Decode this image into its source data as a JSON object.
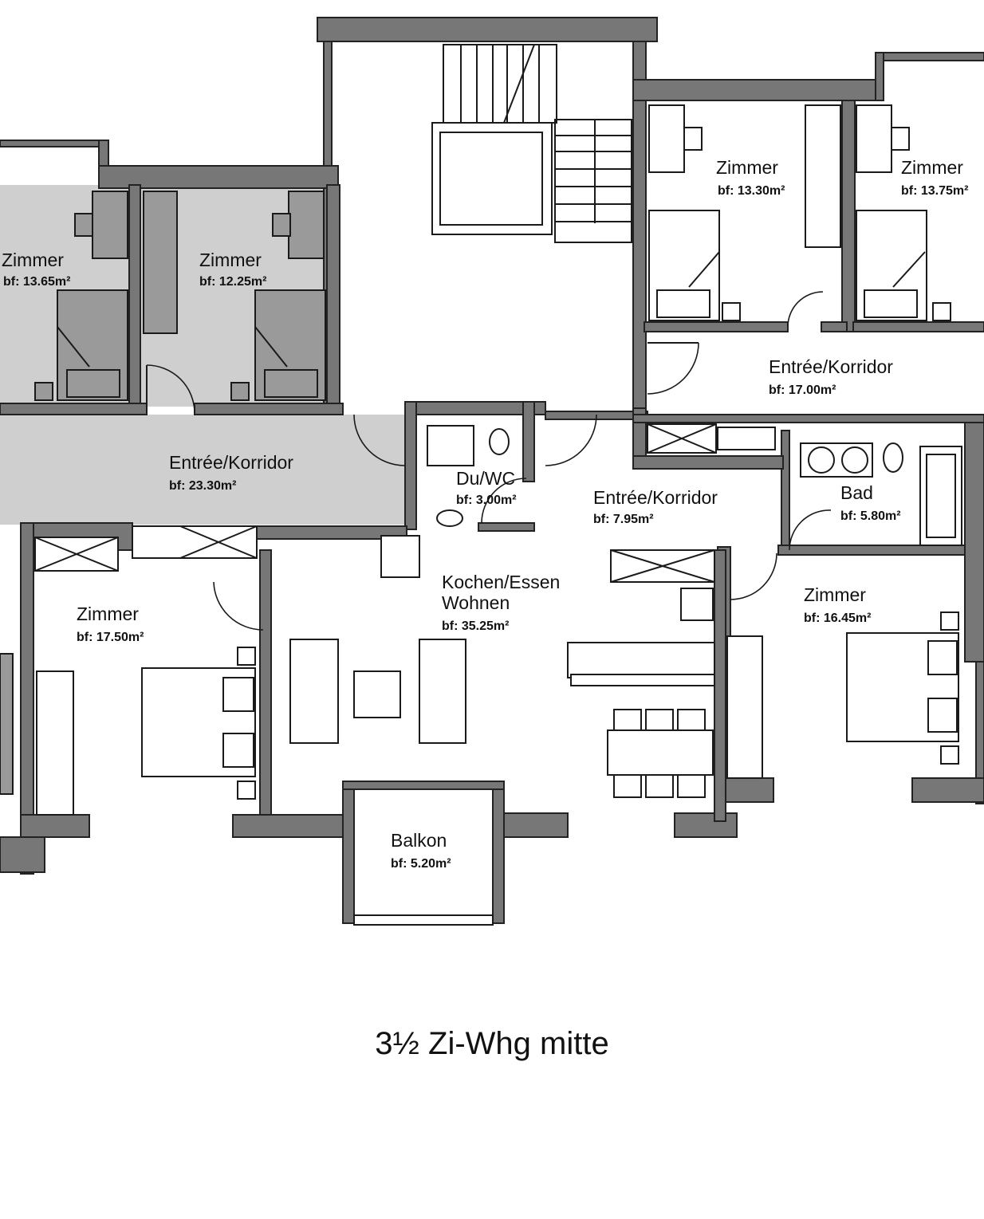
{
  "title": "3½ Zi-Whg mitte",
  "rooms": [
    {
      "name": "Zimmer",
      "area": "bf: 13.65m²"
    },
    {
      "name": "Zimmer",
      "area": "bf: 12.25m²"
    },
    {
      "name": "Zimmer",
      "area": "bf: 13.30m²"
    },
    {
      "name": "Zimmer",
      "area": "bf: 13.75m²"
    },
    {
      "name": "Entrée/Korridor",
      "area": "bf: 17.00m²"
    },
    {
      "name": "Entrée/Korridor",
      "area": "bf: 23.30m²"
    },
    {
      "name": "Du/WC",
      "area": "bf: 3.00m²"
    },
    {
      "name": "Entrée/Korridor",
      "area": "bf: 7.95m²"
    },
    {
      "name": "Bad",
      "area": "bf: 5.80m²"
    },
    {
      "name": "Kochen/Essen",
      "name2": "Wohnen",
      "area": "bf: 35.25m²"
    },
    {
      "name": "Zimmer",
      "area": "bf: 17.50m²"
    },
    {
      "name": "Zimmer",
      "area": "bf: 16.45m²"
    },
    {
      "name": "Balkon",
      "area": "bf: 5.20m²"
    }
  ]
}
